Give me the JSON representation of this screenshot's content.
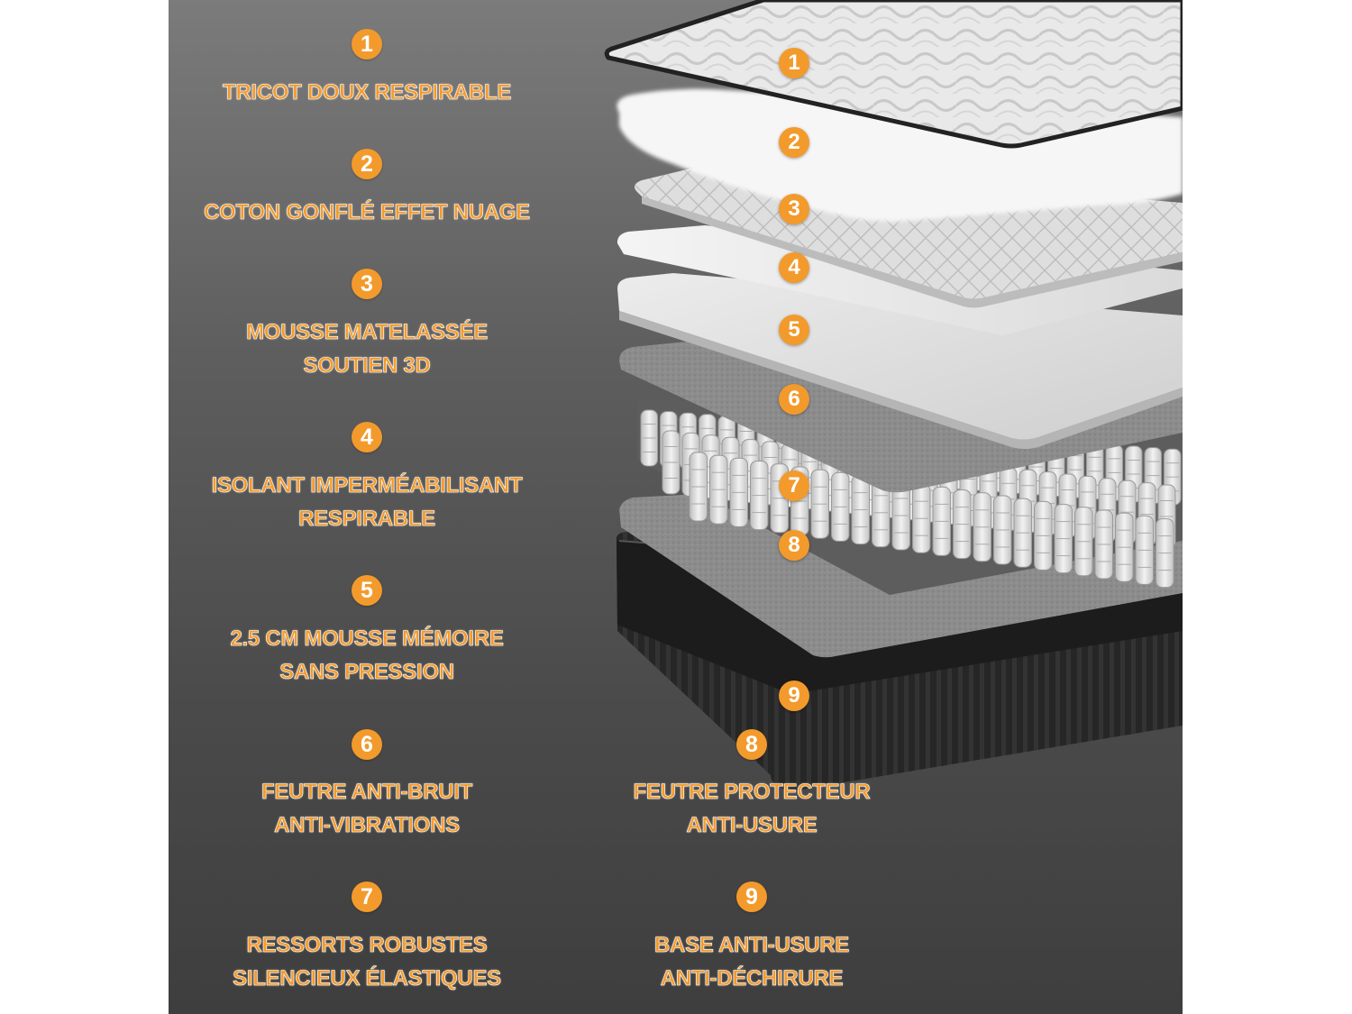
{
  "colors": {
    "accent": "#f39a2c",
    "background_top": "#7b7b7b",
    "background_bottom": "#3e3e3e"
  },
  "features": [
    {
      "number": "1",
      "lines": [
        "TRICOT DOUX RESPIRABLE"
      ]
    },
    {
      "number": "2",
      "lines": [
        "COTON GONFLÉ EFFET NUAGE"
      ]
    },
    {
      "number": "3",
      "lines": [
        "MOUSSE MATELASSÉE",
        "SOUTIEN 3D"
      ]
    },
    {
      "number": "4",
      "lines": [
        "ISOLANT IMPERMÉABILISANT",
        "RESPIRABLE"
      ]
    },
    {
      "number": "5",
      "lines": [
        "2.5 CM MOUSSE MÉMOIRE",
        "SANS PRESSION"
      ]
    },
    {
      "number": "6",
      "lines": [
        "FEUTRE ANTI-BRUIT",
        "ANTI-VIBRATIONS"
      ]
    },
    {
      "number": "7",
      "lines": [
        "RESSORTS ROBUSTES",
        "SILENCIEUX ÉLASTIQUES"
      ]
    },
    {
      "number": "8",
      "lines": [
        "FEUTRE PROTECTEUR",
        "ANTI-USURE"
      ]
    },
    {
      "number": "9",
      "lines": [
        "BASE ANTI-USURE",
        "ANTI-DÉCHIRURE"
      ]
    }
  ],
  "layer_markers": [
    "1",
    "2",
    "3",
    "4",
    "5",
    "6",
    "7",
    "8",
    "9"
  ]
}
